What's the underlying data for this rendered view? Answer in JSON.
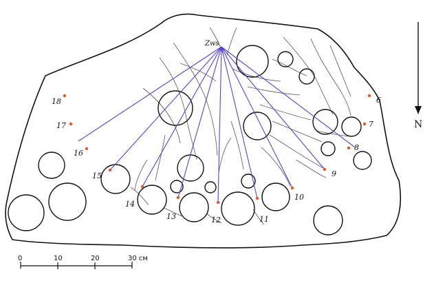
{
  "colors": {
    "ray": "#5b3fd4",
    "point": "#e8552a",
    "ink": "#111111",
    "vein": "#555555"
  },
  "zws": {
    "label": "Zws"
  },
  "north": {
    "label": "N"
  },
  "scale": {
    "ticks": [
      "0",
      "10",
      "20"
    ],
    "last_tick": "30",
    "unit": "см"
  },
  "points": [
    {
      "label": "6"
    },
    {
      "label": "7"
    },
    {
      "label": "8"
    },
    {
      "label": "9"
    },
    {
      "label": "10"
    },
    {
      "label": "11"
    },
    {
      "label": "12"
    },
    {
      "label": "13"
    },
    {
      "label": "14"
    },
    {
      "label": "15"
    },
    {
      "label": "16"
    },
    {
      "label": "17"
    },
    {
      "label": "18"
    }
  ]
}
